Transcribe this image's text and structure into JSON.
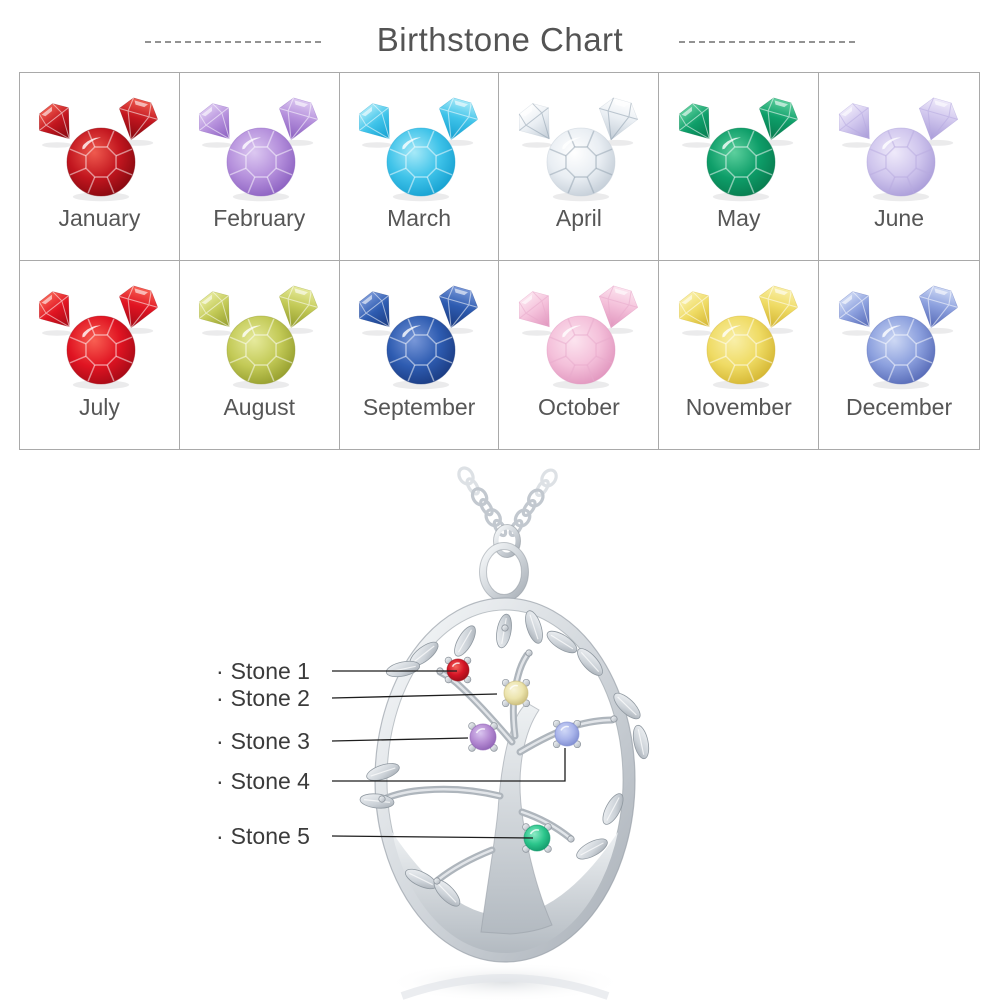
{
  "header": {
    "title": "Birthstone Chart"
  },
  "pendant": {
    "bullet": "·",
    "stones": [
      {
        "label": "Stone 1",
        "color": {
          "main": "#d41425",
          "light": "#f4655c",
          "dark": "#9c0d18"
        }
      },
      {
        "label": "Stone 2",
        "color": {
          "main": "#ece4ad",
          "light": "#f8f4d8",
          "dark": "#c9bb7a"
        }
      },
      {
        "label": "Stone 3",
        "color": {
          "main": "#b48ad2",
          "light": "#d9c4ef",
          "dark": "#8f62b5"
        }
      },
      {
        "label": "Stone 4",
        "color": {
          "main": "#a9b4ea",
          "light": "#d0d8f7",
          "dark": "#7e8cd0"
        }
      },
      {
        "label": "Stone 5",
        "color": {
          "main": "#2cc68c",
          "light": "#8ceac5",
          "dark": "#12996a"
        }
      }
    ]
  },
  "months": [
    {
      "label": "January",
      "colors": {
        "main": "#c2161f",
        "light": "#ef5a4e",
        "dark": "#84080f"
      }
    },
    {
      "label": "February",
      "colors": {
        "main": "#b590dc",
        "light": "#dcc8f1",
        "dark": "#8a5fc0"
      }
    },
    {
      "label": "March",
      "colors": {
        "main": "#3fc3e9",
        "light": "#a6e9f8",
        "dark": "#149fd0"
      }
    },
    {
      "label": "April",
      "colors": {
        "main": "#e9eef3",
        "light": "#ffffff",
        "dark": "#c2ccd6",
        "facet": "#8fa0ae"
      }
    },
    {
      "label": "May",
      "colors": {
        "main": "#0e9e69",
        "light": "#5ccf9d",
        "dark": "#087a4e"
      }
    },
    {
      "label": "June",
      "colors": {
        "main": "#cfc5ed",
        "light": "#efeafa",
        "dark": "#a89bd8",
        "facet": "#b7a9e0"
      }
    },
    {
      "label": "July",
      "colors": {
        "main": "#e01422",
        "light": "#f85f52",
        "dark": "#a30a16"
      }
    },
    {
      "label": "August",
      "colors": {
        "main": "#c3ca57",
        "light": "#e6ea9c",
        "dark": "#939c2c"
      }
    },
    {
      "label": "September",
      "colors": {
        "main": "#2e5cb1",
        "light": "#7897d8",
        "dark": "#1a3a80"
      }
    },
    {
      "label": "October",
      "colors": {
        "main": "#f4c0da",
        "light": "#fce4ef",
        "dark": "#e094bd",
        "facet": "#e8a9cb"
      }
    },
    {
      "label": "November",
      "colors": {
        "main": "#efdb64",
        "light": "#f9efa8",
        "dark": "#d3b430"
      }
    },
    {
      "label": "December",
      "colors": {
        "main": "#8ca0de",
        "light": "#cdd8f4",
        "dark": "#5468b5"
      }
    }
  ],
  "palette": {
    "metal": "#ccd2d8",
    "title_text": "#545454",
    "month_text": "#565656",
    "label_text": "#3b3b3b",
    "grid_line": "#a9a9a9",
    "leader_line": "#1d1d1d",
    "background": "#ffffff"
  }
}
